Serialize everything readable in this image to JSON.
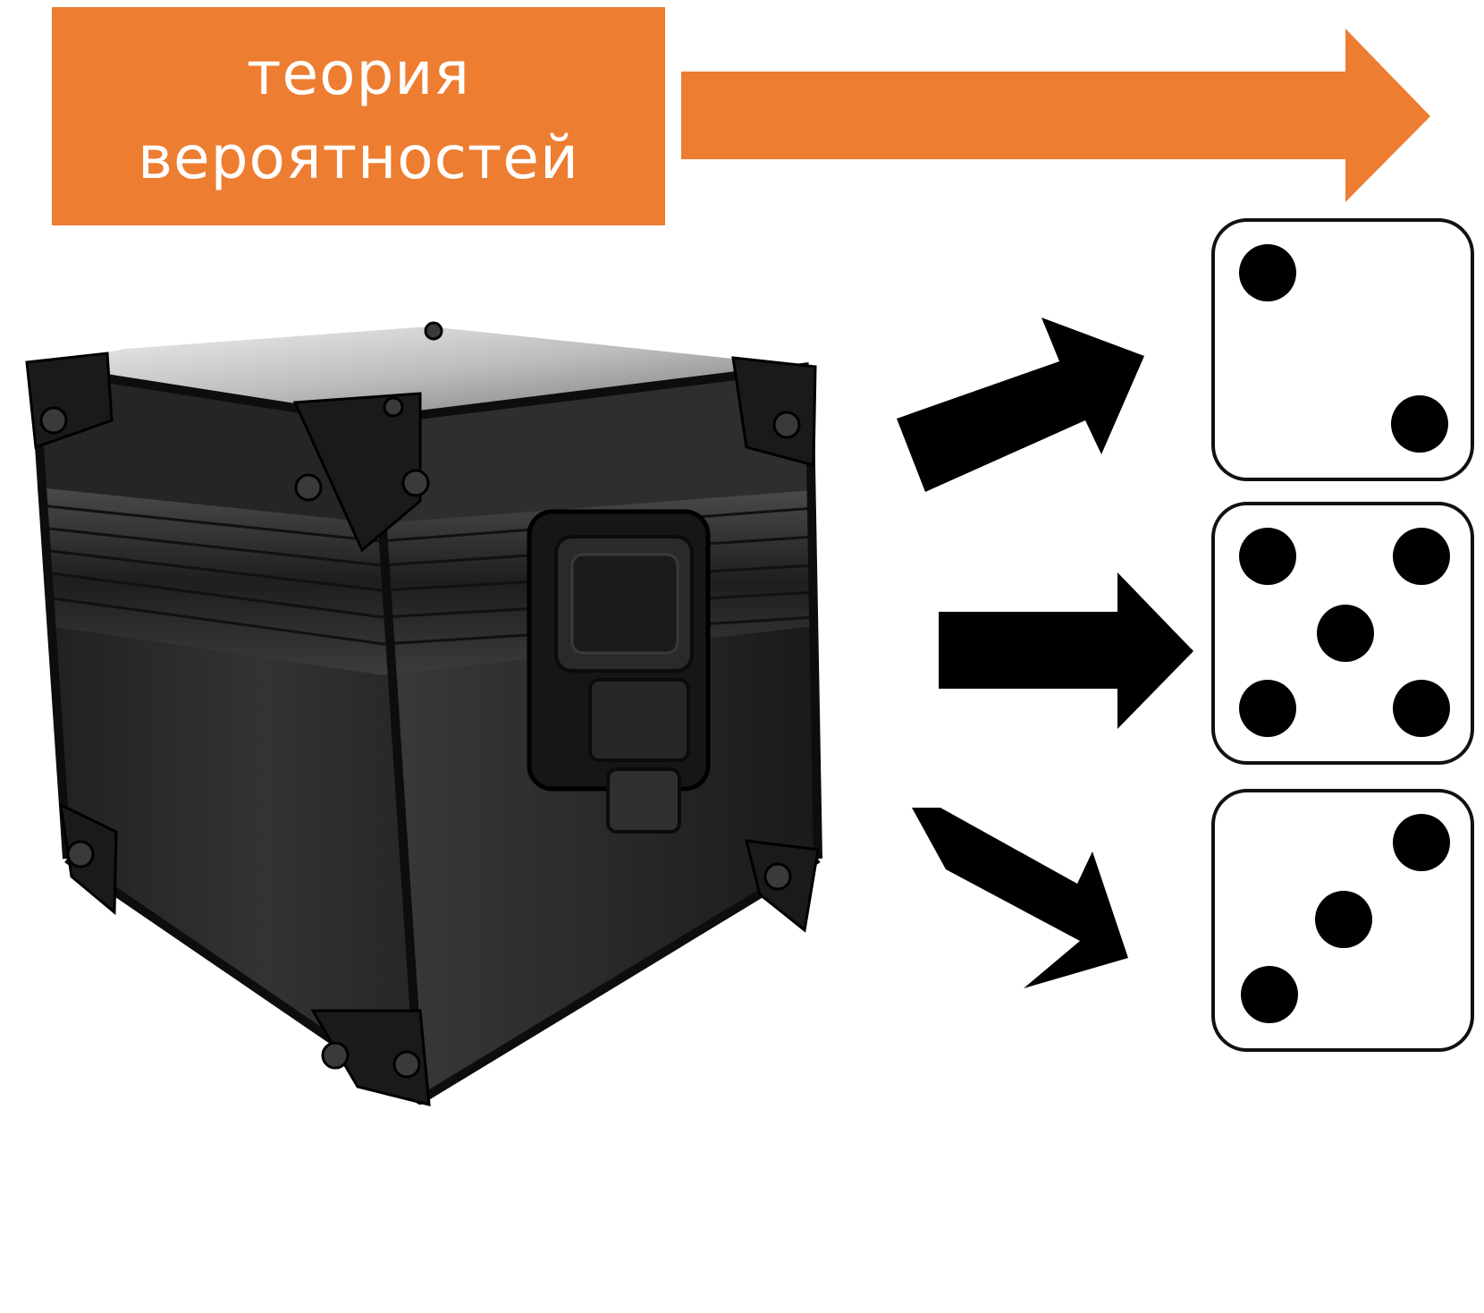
{
  "title": {
    "line1": "теория",
    "line2": "вероятностей"
  },
  "colors": {
    "accent": "#ED7D31",
    "arrow": "#000000",
    "die_face": "#ffffff",
    "die_border": "#111111",
    "box_body": "#2b2b2b"
  },
  "illustration": {
    "box": "black-box-icon",
    "outcome_arrow_count": 3
  },
  "dice": [
    {
      "name": "die-two",
      "pips": 2
    },
    {
      "name": "die-five",
      "pips": 5
    },
    {
      "name": "die-three",
      "pips": 3
    }
  ]
}
